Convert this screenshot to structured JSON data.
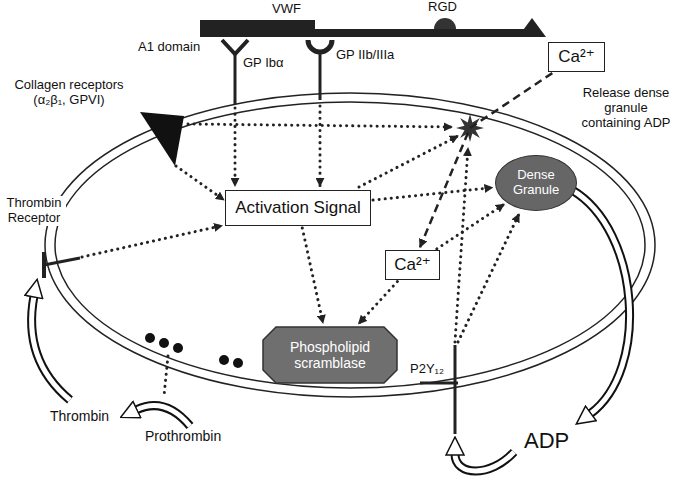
{
  "diagram": {
    "nodes": [
      {
        "text": [
          "Ca²⁺"
        ]
      },
      {
        "text": [
          "Activation Signal"
        ]
      },
      {
        "text": [
          "Dense Granule"
        ]
      },
      {
        "text": [
          "Ca²⁺"
        ]
      },
      {
        "text": [
          "Phospholipid scramblase"
        ]
      }
    ],
    "edges": [
      {
        "from": 1,
        "to": 2,
        "arrow": "to"
      },
      {
        "from": 1,
        "to": 4,
        "arrow": "to"
      },
      {
        "from": 3,
        "to": 2,
        "arrow": "to"
      },
      {
        "from": 3,
        "to": 4,
        "arrow": "to"
      },
      {
        "from": 0,
        "to": 3,
        "arrow": "to"
      }
    ],
    "labels": [
      "VWF",
      "RGD",
      "A1 domain",
      "GP Ibα",
      "GP IIb/IIIa",
      "Collagen receptors (α₂β₁, GPVI)",
      "Release dense granule containing ADP",
      "Thrombin Receptor",
      "Thrombin",
      "Prothrombin",
      "P2Y₁₂",
      "ADP"
    ]
  }
}
